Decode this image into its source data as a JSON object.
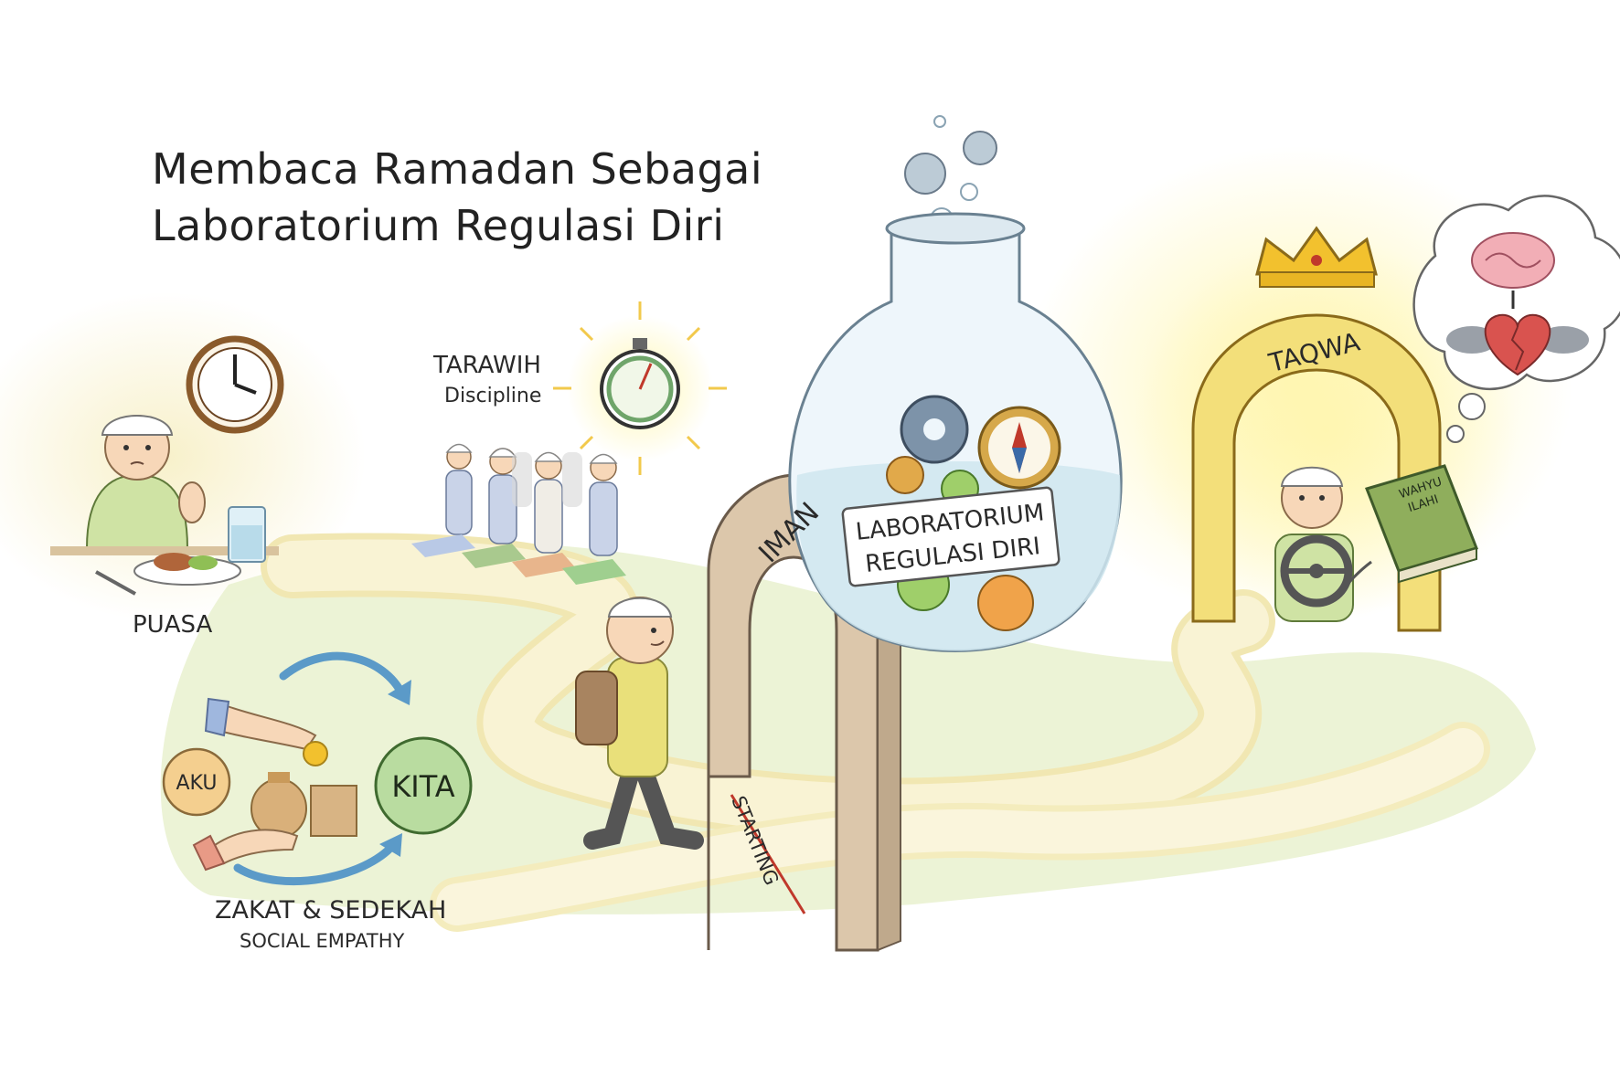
{
  "title": {
    "line1": "Membaca Ramadan Sebagai",
    "line2": "Laboratorium Regulasi Diri"
  },
  "labels": {
    "puasa": "PUASA",
    "tarawih": "TARAWIH",
    "tarawih_sub": "Discipline",
    "aku": "AKU",
    "kita": "KITA",
    "zakat": "ZAKAT & SEDEKAH",
    "zakat_sub": "SOCIAL EMPATHY",
    "iman": "IMAN",
    "starting": "STARTING",
    "lab_line1": "LABORATORIUM",
    "lab_line2": "REGULASI DIRI",
    "taqwa": "TAQWA",
    "wahyu_line1": "WAHYU",
    "wahyu_line2": "ILAHI"
  },
  "colors": {
    "path": "#f6efc6",
    "grass": "#e3edc4",
    "arch_iman": "#d8c3a7",
    "arch_taqwa": "#f3df7a",
    "flask_liquid": "#cfe6ef",
    "kita_circle": "#b9dca0",
    "aku_circle": "#f4cf8f",
    "book": "#8fae5c",
    "crown": "#f2c12e"
  },
  "icons": [
    "clock-icon",
    "stopwatch-icon",
    "gear-icon",
    "compass-icon",
    "crown-icon",
    "brain-icon",
    "broken-heart-icon",
    "steering-wheel-icon",
    "coin-icon",
    "money-bag-icon",
    "arrow-icon"
  ]
}
